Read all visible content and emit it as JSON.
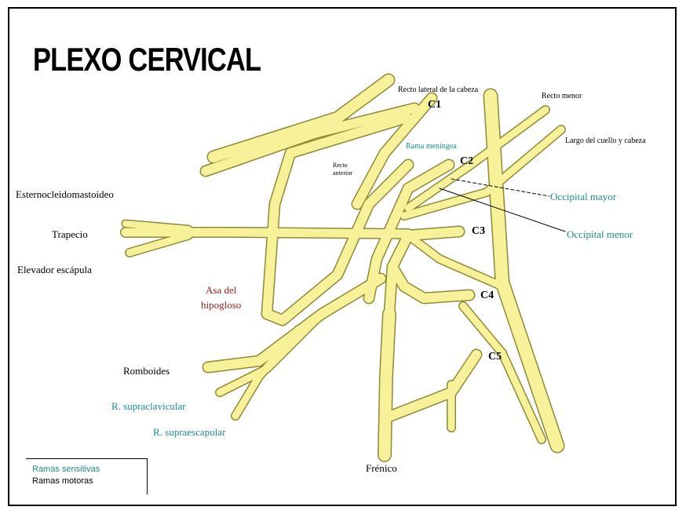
{
  "title": "PLEXO CERVICAL",
  "roots": [
    "C1",
    "C2",
    "C3",
    "C4",
    "C5"
  ],
  "labels": {
    "recto_lateral": "Recto lateral de la cabeza",
    "recto_menor": "Recto menor",
    "largo_cuello": "Largo del cuello y cabeza",
    "rama_meningea": "Rama meníngea",
    "recto_anterior": "Recto anterior",
    "esternocleidomastoideo": "Esternocleidomastoideo",
    "trapecio": "Trapecio",
    "elevador": "Elevador escápula",
    "occipital_mayor": "Occipital mayor",
    "occipital_menor": "Occipital menor",
    "asa_line1": "Asa del",
    "asa_line2": "hipogloso",
    "romboides": "Romboides",
    "supraclavicular": "R. supraclavicular",
    "supraescapular": "R. supraescapular",
    "frenico": "Frénico"
  },
  "legend": {
    "sensitive": "Ramas sensitivas",
    "motor": "Ramas motoras"
  },
  "colors": {
    "nerve_fill": "#f7f29a",
    "nerve_stroke": "#8f8a3a",
    "sensitive": "#1a8f8a",
    "motor": "#000000",
    "asa": "#9b1d1d"
  }
}
